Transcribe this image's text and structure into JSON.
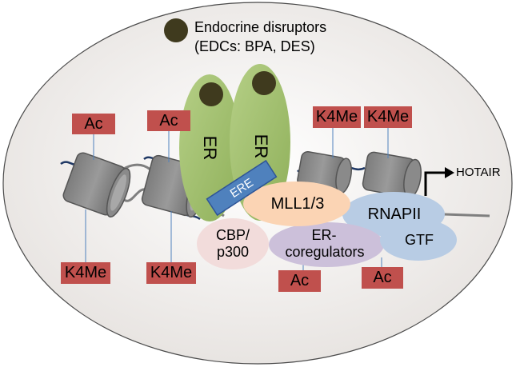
{
  "legend": {
    "line1": "Endocrine disruptors",
    "line2": "(EDCs: BPA, DES)"
  },
  "receptors": {
    "left": "ER",
    "right": "ER"
  },
  "response_element": "ERE",
  "complexes": {
    "mll": "MLL1/3",
    "rnapii": "RNAPII",
    "gtf": "GTF",
    "cbp_line1": "CBP/",
    "cbp_line2": "p300",
    "coreg_line1": "ER-",
    "coreg_line2": "coregulators"
  },
  "gene": "HOTAIR",
  "marks": {
    "top": [
      "Ac",
      "Ac",
      "K4Me",
      "K4Me"
    ],
    "bottom": [
      "K4Me",
      "K4Me",
      "Ac",
      "Ac"
    ]
  },
  "colors": {
    "background_oval": "#f1eeec",
    "mark_box": "#c0504d",
    "er_green": "#9bbb59",
    "ere_blue": "#4f81bd",
    "mll_orange": "#fbd4b4",
    "rnapii_blue": "#b8cce4",
    "cbp_pink": "#f2dcdb",
    "coreg_lavender": "#ccc0da",
    "edc_dot": "#3f3a1e"
  }
}
